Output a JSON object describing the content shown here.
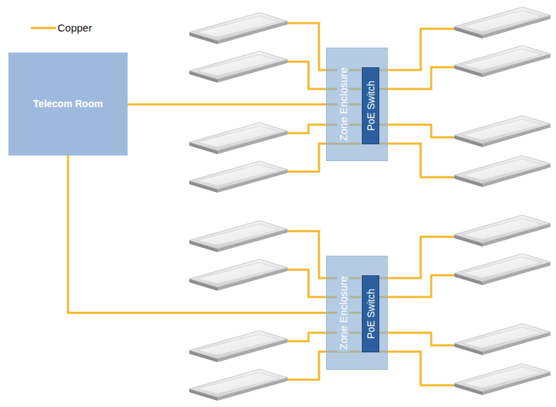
{
  "diagram": {
    "nodes": [
      {
        "text": [
          "Telecom Room"
        ]
      },
      {
        "text": [
          "Zone Enclosure"
        ]
      },
      {
        "text": [
          "PoE Switch"
        ],
        "in": 1
      },
      {
        "text": [
          "Zone Enclosure"
        ]
      },
      {
        "text": [
          "PoE Switch"
        ],
        "in": 3
      }
    ],
    "edges": [
      {
        "from": 0,
        "to": 1,
        "arrow": "none"
      },
      {
        "from": 0,
        "to": 3,
        "arrow": "none"
      }
    ],
    "legend": [
      {
        "text": "Copper"
      }
    ]
  }
}
